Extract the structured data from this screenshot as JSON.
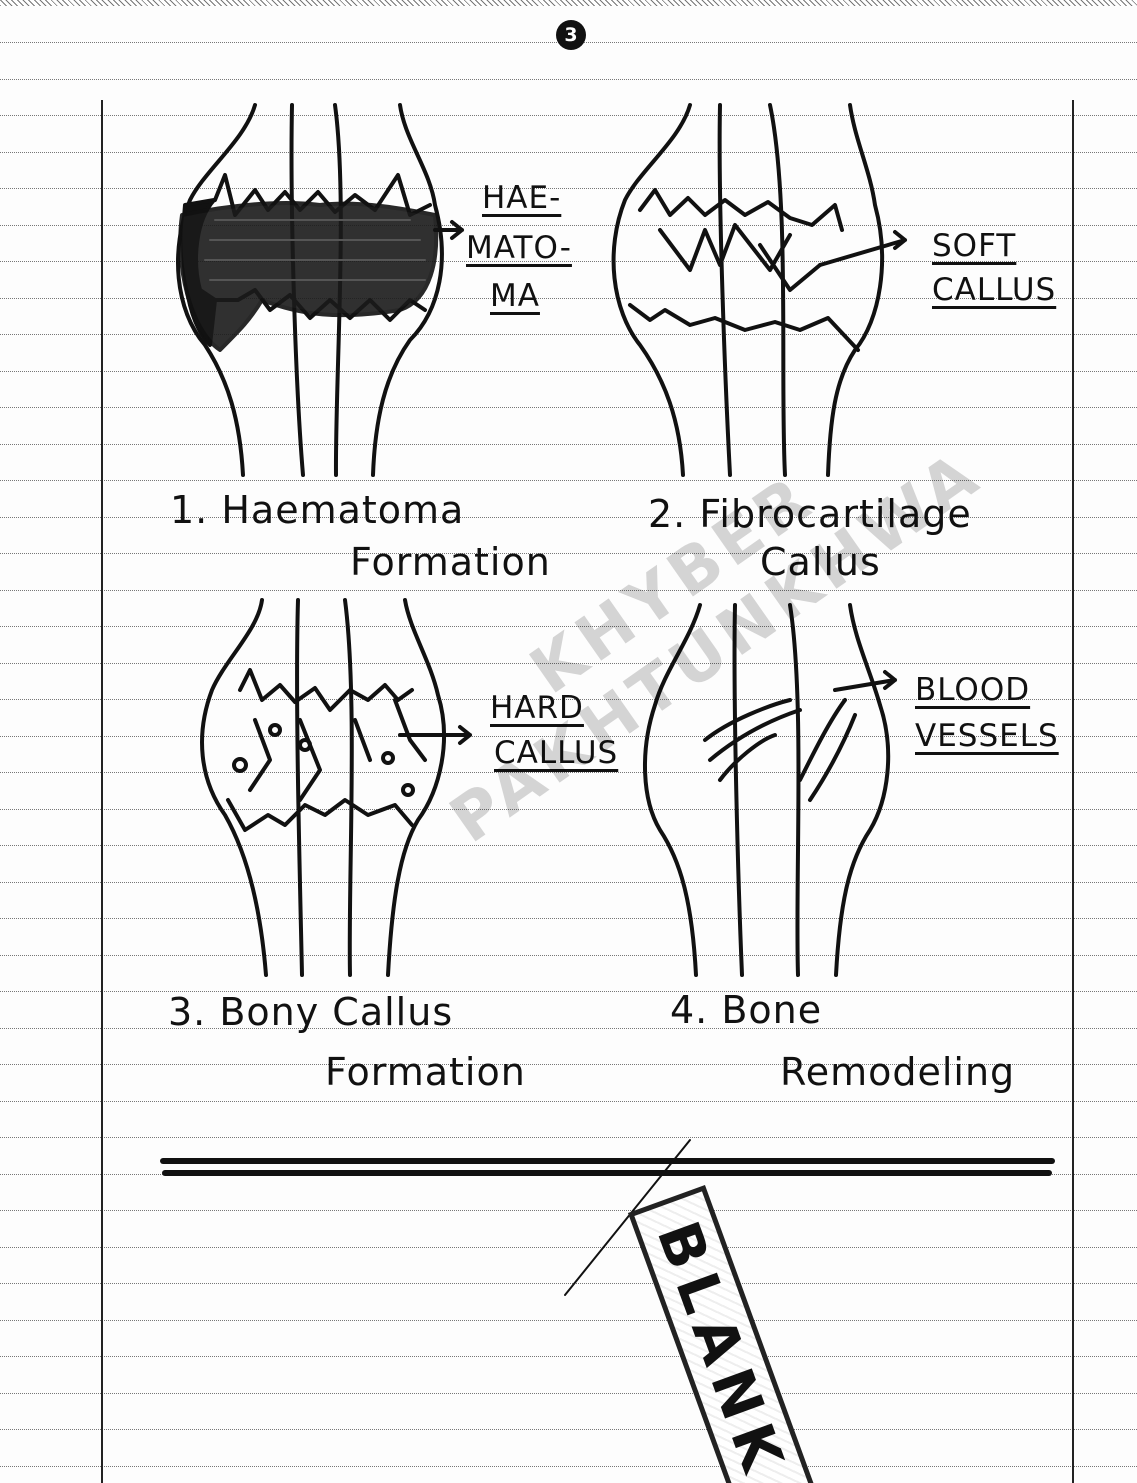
{
  "page": {
    "page_number": "3"
  },
  "panels": [
    {
      "caption_line1": "1. Haematoma",
      "caption_line2": "Formation",
      "label_lines": [
        "HAE-",
        "MATO-",
        "MA"
      ]
    },
    {
      "caption_line1": "2. Fibrocartilage",
      "caption_line2": "Callus",
      "label_lines": [
        "SOFT",
        "CALLUS"
      ]
    },
    {
      "caption_line1": "3.  Bony Callus",
      "caption_line2": "Formation",
      "label_lines": [
        "HARD",
        "CALLUS"
      ]
    },
    {
      "caption_line1": "4. Bone",
      "caption_line2": "Remodeling",
      "label_lines": [
        "BLOOD",
        "VESSELS"
      ]
    }
  ],
  "watermark": [
    "KHYBER",
    "PAKHTUNKHWA"
  ],
  "stamp": {
    "text": "BLANK"
  }
}
